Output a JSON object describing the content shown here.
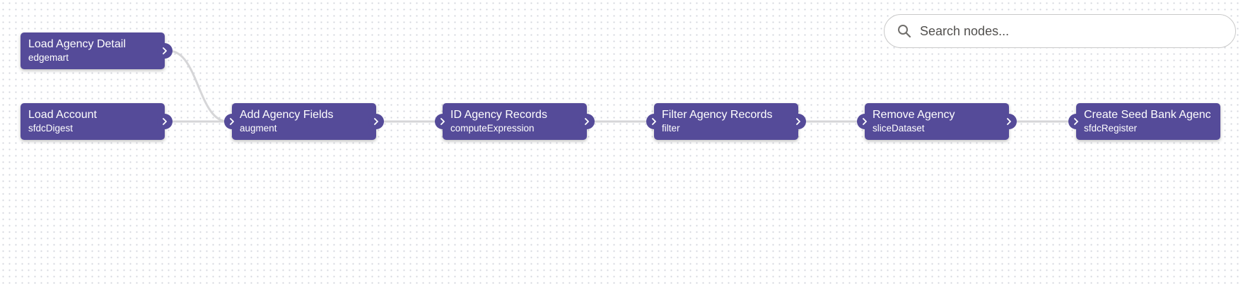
{
  "search": {
    "placeholder": "Search nodes..."
  },
  "nodes": [
    {
      "id": "n1",
      "title": "Load Agency Detail",
      "type": "edgemart"
    },
    {
      "id": "n2",
      "title": "Load Account",
      "type": "sfdcDigest"
    },
    {
      "id": "n3",
      "title": "Add Agency Fields",
      "type": "augment"
    },
    {
      "id": "n4",
      "title": "ID Agency Records",
      "type": "computeExpression"
    },
    {
      "id": "n5",
      "title": "Filter Agency Records",
      "type": "filter"
    },
    {
      "id": "n6",
      "title": "Remove Agency",
      "type": "sliceDataset"
    },
    {
      "id": "n7",
      "title": "Create Seed Bank Agencies",
      "type": "sfdcRegister"
    }
  ],
  "edges": [
    {
      "from": "n1",
      "to": "n3"
    },
    {
      "from": "n2",
      "to": "n3"
    },
    {
      "from": "n3",
      "to": "n4"
    },
    {
      "from": "n4",
      "to": "n5"
    },
    {
      "from": "n5",
      "to": "n6"
    },
    {
      "from": "n6",
      "to": "n7"
    }
  ],
  "colors": {
    "node": "#554b99",
    "edge": "#d6d6d8",
    "background": "#ffffff"
  },
  "icons": {
    "search": "search-icon",
    "port": "chevron-right-icon"
  }
}
